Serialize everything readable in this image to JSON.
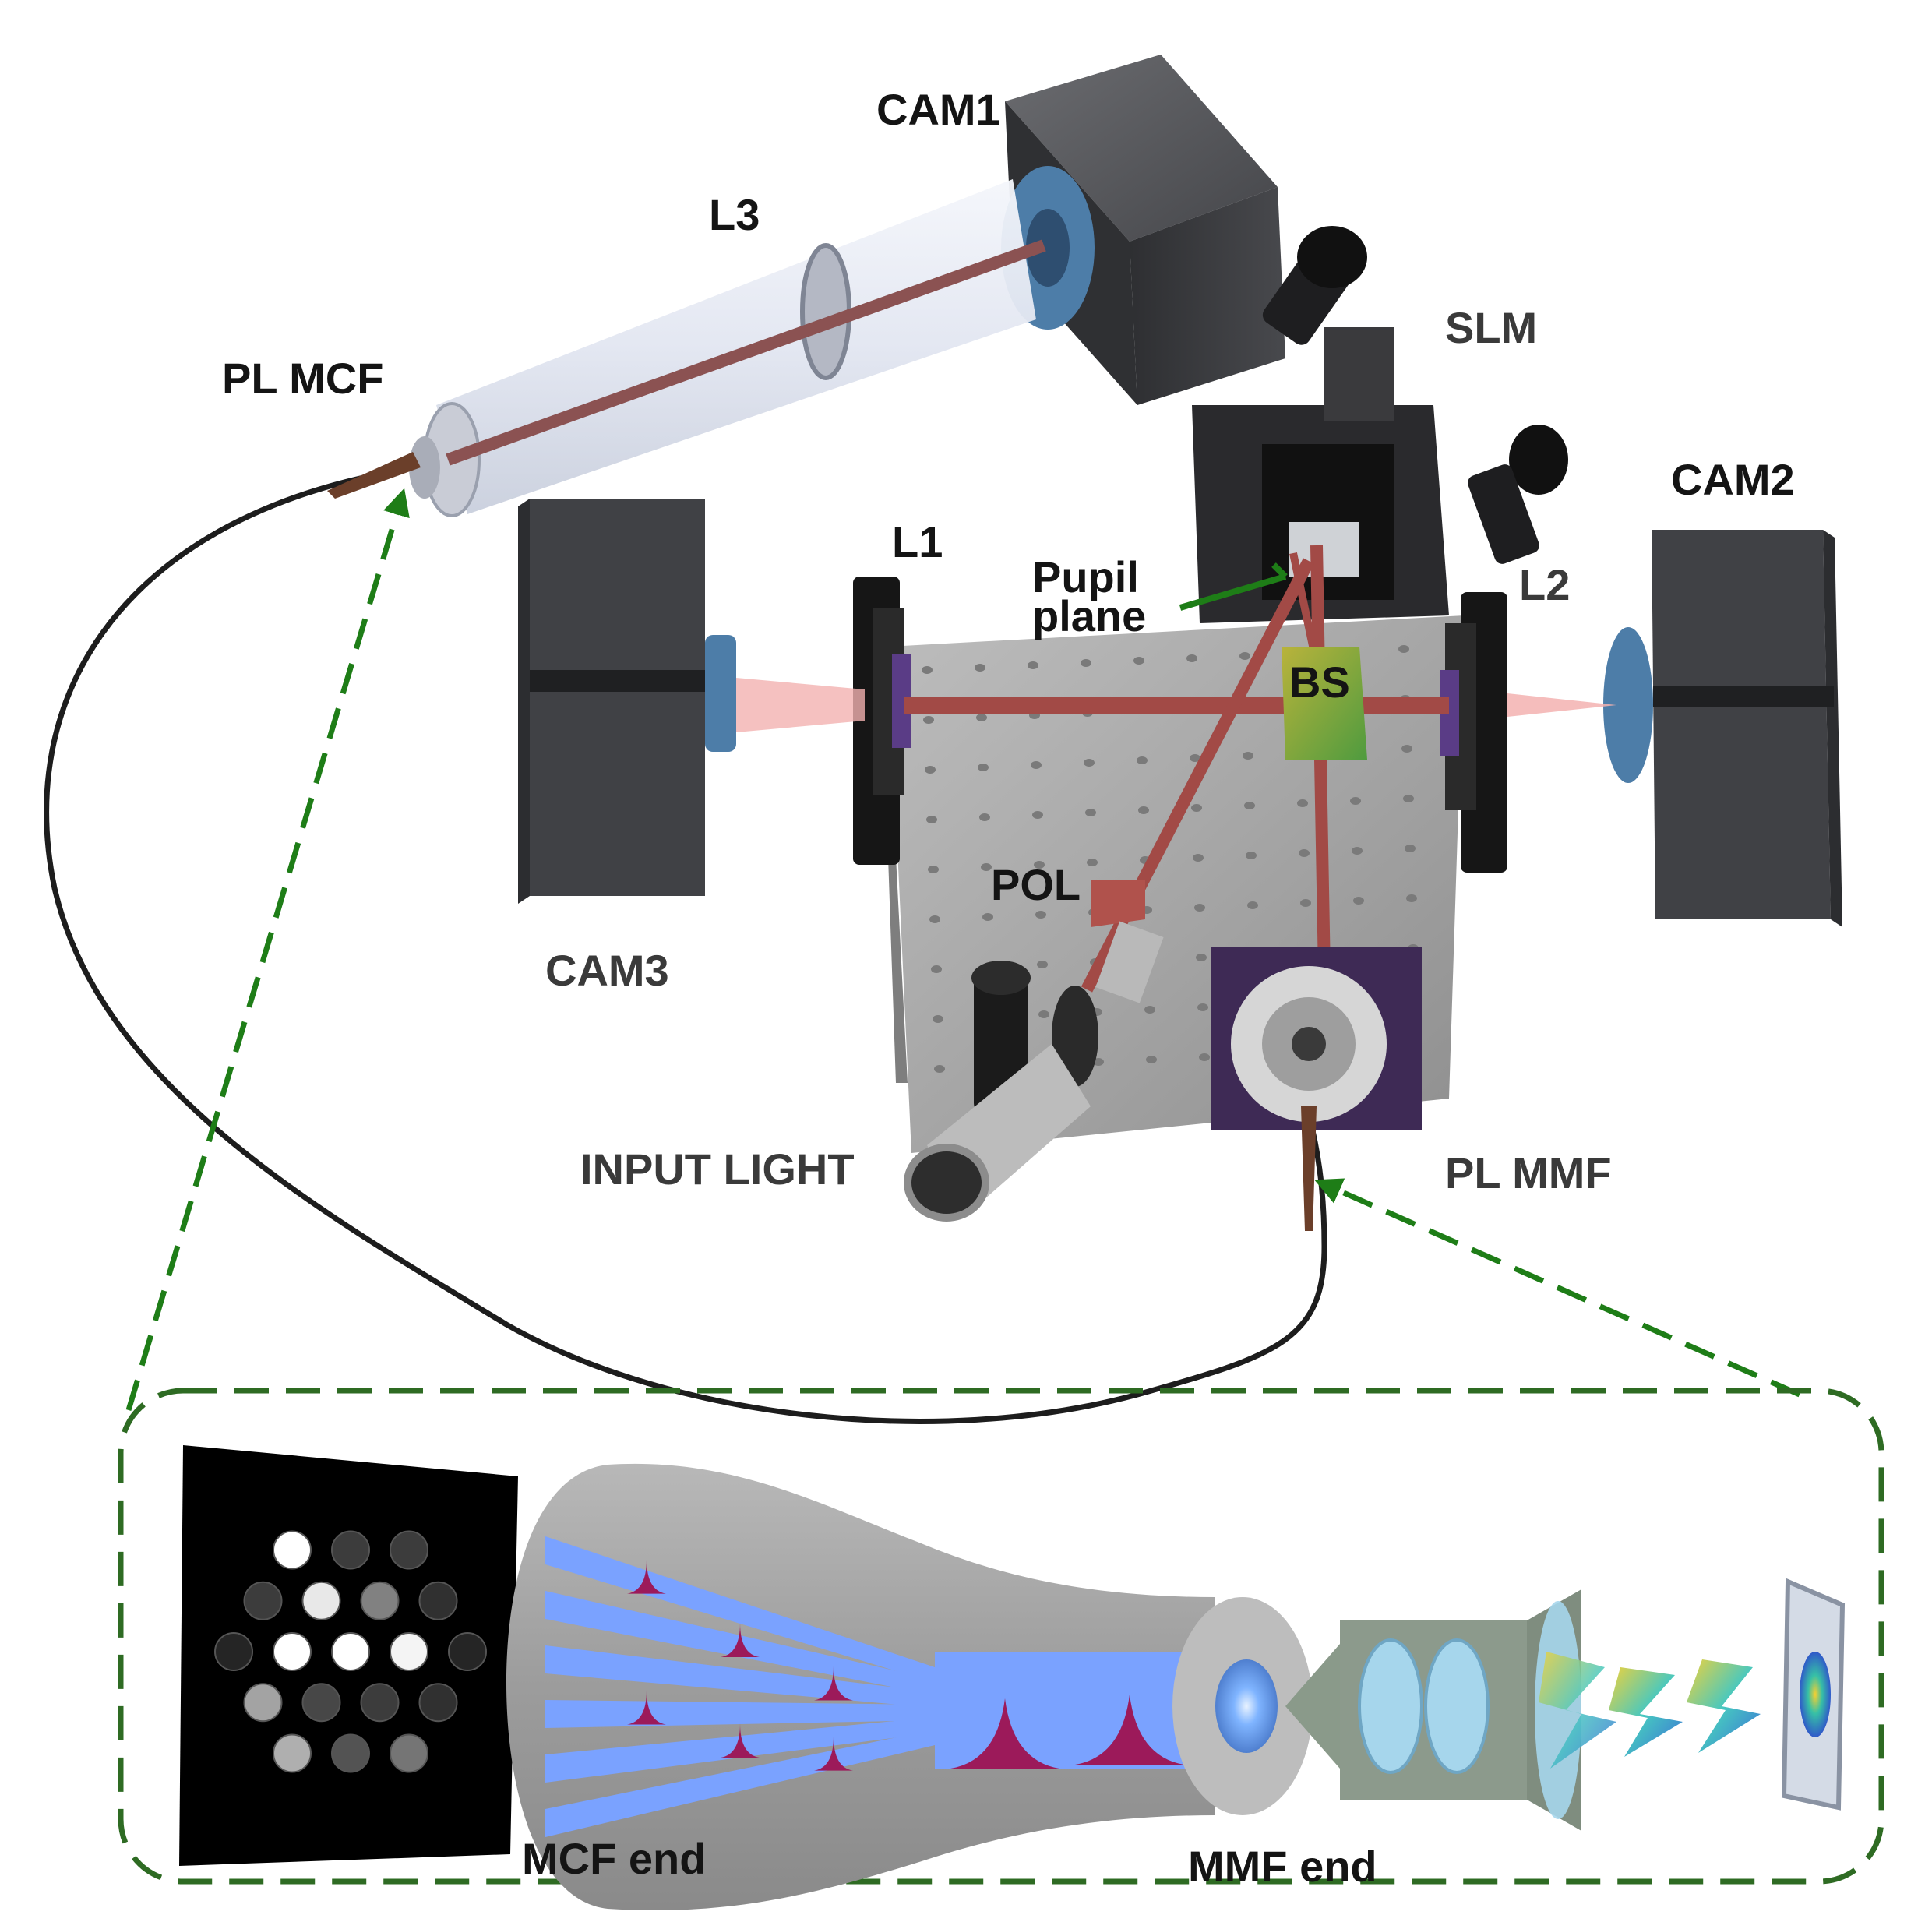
{
  "labels": {
    "cam1": "CAM1",
    "cam2": "CAM2",
    "cam3": "CAM3",
    "l1": "L1",
    "l2": "L2",
    "l3": "L3",
    "slm": "SLM",
    "pl_mcf": "PL MCF",
    "pl_mmf": "PL MMF",
    "pupil_line1": "Pupil",
    "pupil_line2": "plane",
    "bs": "BS",
    "pol": "POL",
    "input_light": "INPUT LIGHT",
    "mcf_end": "MCF end",
    "mmf_end": "MMF end"
  },
  "colors": {
    "camera_body": "#3c3d40",
    "camera_lens": "#4d7da8",
    "beam": "#a24a46",
    "arrow_green": "#1e7d17",
    "dashed_box": "#2e6b23",
    "fiber": "#1d1d1d",
    "lantern_core": "#7aa2ff",
    "lantern_peak": "#9c1a5a",
    "breadboard": "#a9a9a9"
  },
  "inset": {
    "mcf_spot_levels": [
      1.0,
      0.15,
      0.15,
      0.15,
      0.9,
      0.45,
      0.1,
      0.05,
      1.0,
      1.0,
      0.95,
      0.05,
      0.6,
      0.2,
      0.15,
      0.1,
      0.65,
      0.25,
      0.4
    ]
  }
}
